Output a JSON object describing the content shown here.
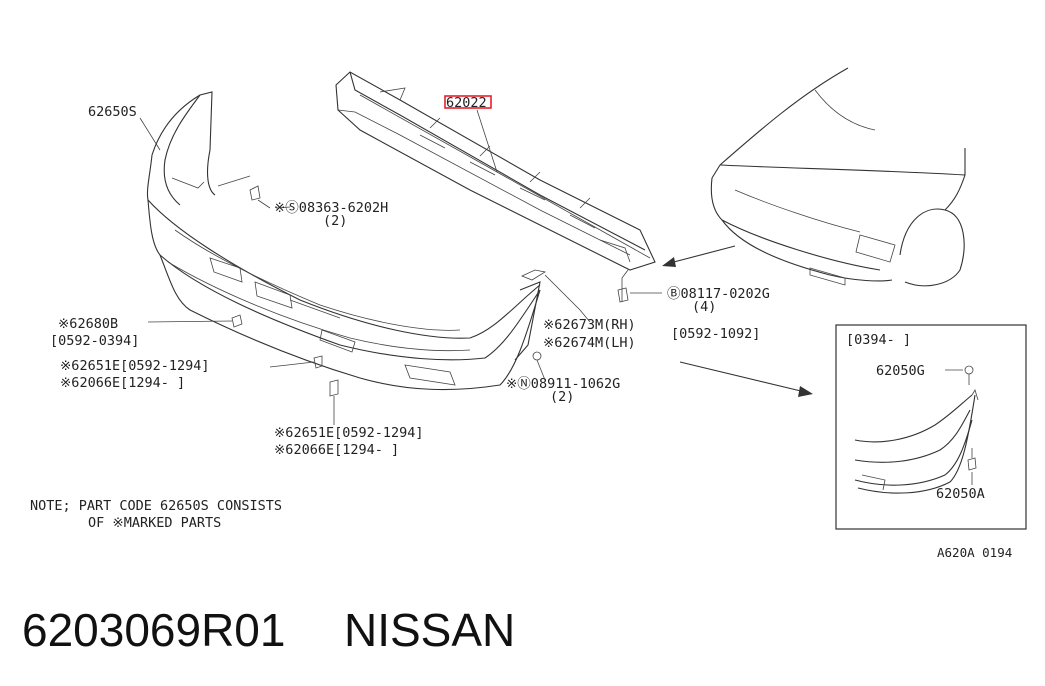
{
  "labels": {
    "bumper_assy": "62650S",
    "reinforcement": "62022",
    "screw": "※Ⓢ08363-6202H",
    "screw_qty": "(2)",
    "bolt": "Ⓑ08117-0202G",
    "bolt_qty": "(4)",
    "bracket_rh": "※62673M(RH)",
    "bracket_lh": "※62674M(LH)",
    "bracket_date": "[0592-1092]",
    "nut": "※Ⓝ08911-1062G",
    "nut_qty": "(2)",
    "clip_b": "※62680B",
    "clip_b_date": "[0592-0394]",
    "grommet_a1": "※62651E[0592-1294]",
    "grommet_b1": "※62066E[1294-     ]",
    "grommet_a2": "※62651E[0592-1294]",
    "grommet_b2": "※62066E[1294-     ]",
    "inset_date": "[0394-     ]",
    "inset_clip_g": "62050G",
    "inset_clip_a": "62050A"
  },
  "note": {
    "line1": "NOTE; PART CODE 62650S CONSISTS",
    "line2": "OF ※MARKED PARTS"
  },
  "diagram_code": "A620A 0194",
  "footer": {
    "part_number": "6203069R01",
    "brand": "NISSAN"
  },
  "highlight_color": "#e8202a"
}
